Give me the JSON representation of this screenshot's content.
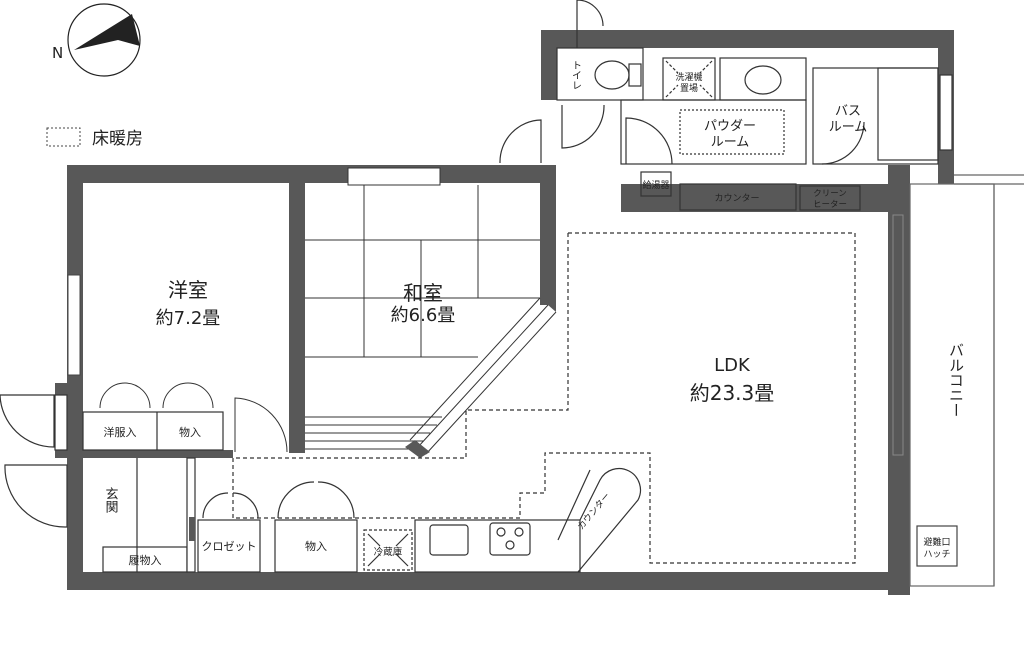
{
  "legend": {
    "floor_heating": "床暖房"
  },
  "compass": {
    "north": "N"
  },
  "rooms": {
    "western": {
      "name": "洋室",
      "size": "約7.2畳"
    },
    "japanese": {
      "name": "和室",
      "size": "約6.6畳"
    },
    "ldk": {
      "name": "LDK",
      "size": "約23.3畳"
    },
    "balcony": "バルコニー",
    "entrance": "玄関"
  },
  "fixtures": {
    "toilet": "トイレ",
    "washer": [
      "洗濯機",
      "置場"
    ],
    "powder_room": [
      "パウダー",
      "ルーム"
    ],
    "bathroom": [
      "バス",
      "ルーム"
    ],
    "water_heater": "給湯器",
    "counter_top": "カウンター",
    "clean_heater": [
      "クリーン",
      "ヒーター"
    ],
    "clothes_closet": "洋服入",
    "storage_western": "物入",
    "shoe_closet": "履物入",
    "closet": "クロゼット",
    "storage_hall": "物入",
    "fridge": "冷蔵庫",
    "kitchen_counter": "カウンター",
    "escape_hatch": [
      "避難口",
      "ハッチ"
    ]
  }
}
